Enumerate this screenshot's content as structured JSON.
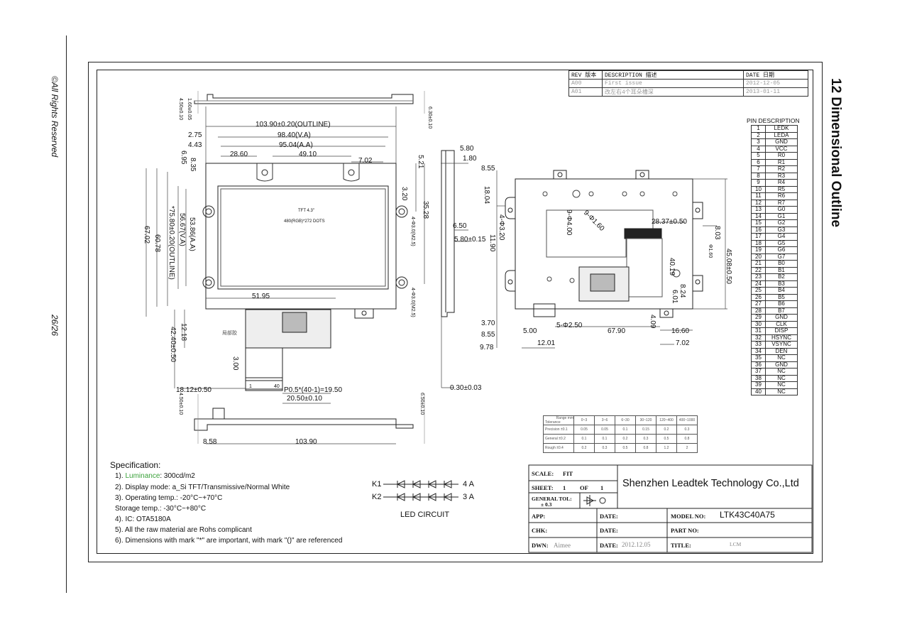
{
  "side": {
    "rights": "©All Rights Reserved",
    "page": "26/26",
    "title": "12 Dimensional Outline"
  },
  "revision": {
    "headers": [
      "REV 版本",
      "DESCRIPTION 描述",
      "DATE 日期"
    ],
    "rows": [
      [
        "A00",
        "First issue",
        "2012-12-05"
      ],
      [
        "A01",
        "改左右4个耳朵槽深",
        "2013-01-11"
      ]
    ]
  },
  "pin_description": {
    "title": "PIN DESCRIPTION",
    "pins": [
      [
        "1",
        "LEDK"
      ],
      [
        "2",
        "LEDA"
      ],
      [
        "3",
        "GND"
      ],
      [
        "4",
        "VCC"
      ],
      [
        "5",
        "R0"
      ],
      [
        "6",
        "R1"
      ],
      [
        "7",
        "R2"
      ],
      [
        "8",
        "R3"
      ],
      [
        "9",
        "R4"
      ],
      [
        "10",
        "R5"
      ],
      [
        "11",
        "R6"
      ],
      [
        "12",
        "R7"
      ],
      [
        "13",
        "G0"
      ],
      [
        "14",
        "G1"
      ],
      [
        "15",
        "G2"
      ],
      [
        "16",
        "G3"
      ],
      [
        "17",
        "G4"
      ],
      [
        "18",
        "G5"
      ],
      [
        "19",
        "G6"
      ],
      [
        "20",
        "G7"
      ],
      [
        "21",
        "B0"
      ],
      [
        "22",
        "B1"
      ],
      [
        "23",
        "B2"
      ],
      [
        "24",
        "B3"
      ],
      [
        "25",
        "B4"
      ],
      [
        "26",
        "B5"
      ],
      [
        "27",
        "B6"
      ],
      [
        "28",
        "B7"
      ],
      [
        "29",
        "GND"
      ],
      [
        "30",
        "CLK"
      ],
      [
        "31",
        "DISP"
      ],
      [
        "32",
        "HSYNC"
      ],
      [
        "33",
        "VSYNC"
      ],
      [
        "34",
        "DEN"
      ],
      [
        "35",
        "NC"
      ],
      [
        "36",
        "GND"
      ],
      [
        "37",
        "NC"
      ],
      [
        "38",
        "NC"
      ],
      [
        "39",
        "NC"
      ],
      [
        "40",
        "NC"
      ]
    ]
  },
  "tolerance": {
    "corner_top": "Range  mm",
    "corner_bottom": "Tolerance",
    "cols": [
      "0~3",
      "3~6",
      "6~30",
      "30~120",
      "120~400",
      "400~1000"
    ],
    "rows": [
      [
        "Precision ±0.1",
        "0.05",
        "0.05",
        "0.1",
        "0.15",
        "0.2",
        "0.3"
      ],
      [
        "General ±0.2",
        "0.1",
        "0.1",
        "0.2",
        "0.3",
        "0.5",
        "0.8"
      ],
      [
        "Rough ±0.4",
        "0.2",
        "0.3",
        "0.5",
        "0.8",
        "1.2",
        "2"
      ]
    ]
  },
  "title_block": {
    "scale_label": "SCALE:",
    "scale_value": "FIT",
    "sheet_label": "SHEET:",
    "sheet_value": "1",
    "of_label": "OF",
    "of_value": "1",
    "general_tol_label": "GENERAL TOL:",
    "general_tol_value": "± 0.3",
    "company": "Shenzhen Leadtek Technology Co.,Ltd",
    "app_label": "APP:",
    "chk_label": "CHK:",
    "dwn_label": "DWN:",
    "dwn_value": "Aimee",
    "date_label": "DATE:",
    "date_value": "2012.12.05",
    "model_label": "MODEL NO:",
    "model_value": "LTK43C40A75",
    "part_label": "PART NO:",
    "title_label": "TITLE:",
    "title_value": "LCM"
  },
  "specification": {
    "heading": "Specification:",
    "lines": [
      "1).  Luminance: 300cd/m2",
      "2).  Display mode: a_Si TFT/Transmissive/Normal White",
      "3).  Operating temp.: -20°C~+70°C",
      "      Storage temp.: -30°C~+80°C",
      "4).  IC: OTA5180A",
      "5).  All the raw material are Rohs complicant",
      "6).  Dimensions with mark \"*\" are important, with mark \"()\" are referenced"
    ],
    "highlight": "Luminance",
    "highlight_color": "#3aa13a"
  },
  "led": {
    "k1": "K1",
    "k2": "K2",
    "a4": "4 A",
    "a3": "3 A",
    "caption": "LED CIRCUIT"
  },
  "front_view": {
    "panel_line1": "TFT 4.3\"",
    "panel_line2": "480(RGB)*272 DOTS",
    "outline_w": "103.90±0.20(OUTLINE)",
    "va_w": "98.40(V.A)",
    "aa_w": "95.04(A.A)",
    "d_2_75": "2.75",
    "d_4_43": "4.43",
    "d_6_95": "6.95",
    "d_8_35": "8.35",
    "d_28_60": "28.60",
    "d_49_10": "49.10",
    "d_7_02": "7.02",
    "d_5_21": "5.21",
    "d_3_20": "3.20",
    "d_35_28": "35.28",
    "d_67_02": "67.02",
    "d_60_78": "60.78",
    "d_75_80": "*75.80±0.20(OUTLINE)",
    "d_56_67": "56.67(V.A)",
    "d_53_86": "53.86(A.A)",
    "d_51_95": "51.95",
    "d_12_18": "12.18",
    "d_42_40": "42.40±0.50",
    "d_3_00": "3.00",
    "d_18_12": "18.12±0.50",
    "pitch": "P0.5*(40-1)=19.50",
    "d_20_50": "20.50±0.10",
    "pin1": "1",
    "pin40": "40",
    "d_103_90": "103.90",
    "d_8_58": "8.58",
    "fpc_note": "局部胶",
    "hole_note": "4-Φ3.0(M2.5)",
    "top_dim_l": "4.50±0.10",
    "top_dim_l2": "1.60±0.05",
    "top_dim_r": "6.30±0.10",
    "bot_dim_l": "4.50±0.10",
    "bot_dim_r": "6.50±0.10"
  },
  "side_view": {
    "d_5_80": "5.80",
    "d_1_80": "1.80",
    "d_6_50": "6.50",
    "d_5_80b": "5.80±0.15",
    "d_0_30": "0.30±0.03"
  },
  "back_view": {
    "d_8_55": "8.55",
    "d_18_04": "18.04",
    "d_4_3_20": "4-Φ3.20",
    "d_11_90": "11.90",
    "d_9_4_00": "9-Φ4.00",
    "d_9_1_60": "9-Φ1.60",
    "d_28_37": "28.37±0.50",
    "d_8_03": "8.03",
    "d_40_19": "40.19",
    "d_45_08": "45.08±0.50",
    "d_8_24": "8.24",
    "d_6_01": "6.01",
    "d_4_09": "4.09",
    "d_3_70": "3.70",
    "d_8_55b": "8.55",
    "d_9_78": "9.78",
    "d_5_00": "5.00",
    "d_2_50": "5-Φ2.50",
    "d_67_90": "67.90",
    "d_16_60": "16.60",
    "d_12_01": "12.01",
    "d_7_02": "7.02",
    "d_1_60": "Φ1.60"
  }
}
